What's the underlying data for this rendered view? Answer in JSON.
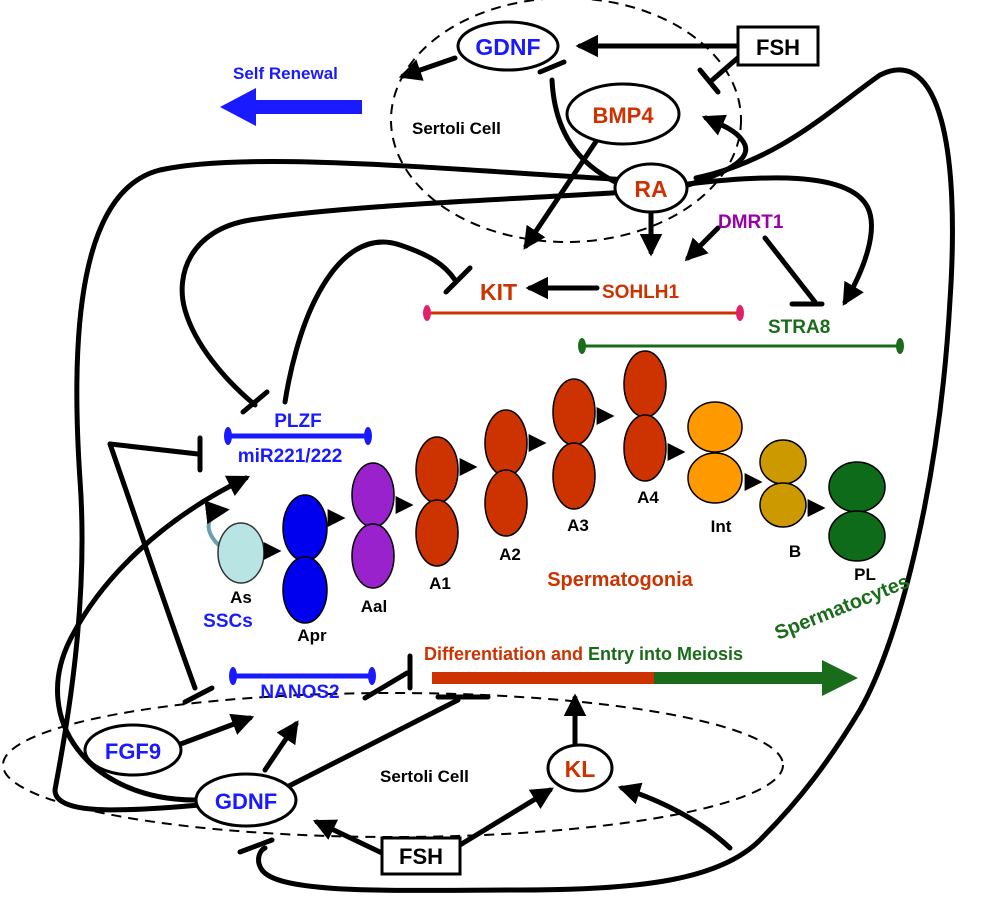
{
  "colors": {
    "blue": "#1a1aff",
    "orange_red": "#cc3300",
    "green": "#1a6b1a",
    "purple": "#9900aa",
    "black": "#000000"
  },
  "top": {
    "gdnf": "GDNF",
    "fsh": "FSH",
    "self_renewal": "Self Renewal",
    "sertoli_cell": "Sertoli Cell",
    "bmp4": "BMP4",
    "ra": "RA",
    "dmrt1": "DMRT1",
    "kit": "KIT",
    "sohlh1": "SOHLH1",
    "stra8": "STRA8"
  },
  "middle": {
    "plzf": "PLZF",
    "mir": "miR221/222",
    "spermatogonia": "Spermatogonia",
    "spermatocytes": "Spermatocytes",
    "ssc_label": "SSCs"
  },
  "cells": {
    "as": "As",
    "apr": "Apr",
    "aal": "Aal",
    "a1": "A1",
    "a2": "A2",
    "a3": "A3",
    "a4": "A4",
    "int": "Int",
    "b": "B",
    "pl": "PL"
  },
  "bottom": {
    "nanos2": "NANOS2",
    "diff_part1": "Differentiation and ",
    "diff_part2": "Entry into Meiosis",
    "fgf9": "FGF9",
    "gdnf": "GDNF",
    "sertoli_cell": "Sertoli Cell",
    "kl": "KL",
    "fsh": "FSH"
  }
}
